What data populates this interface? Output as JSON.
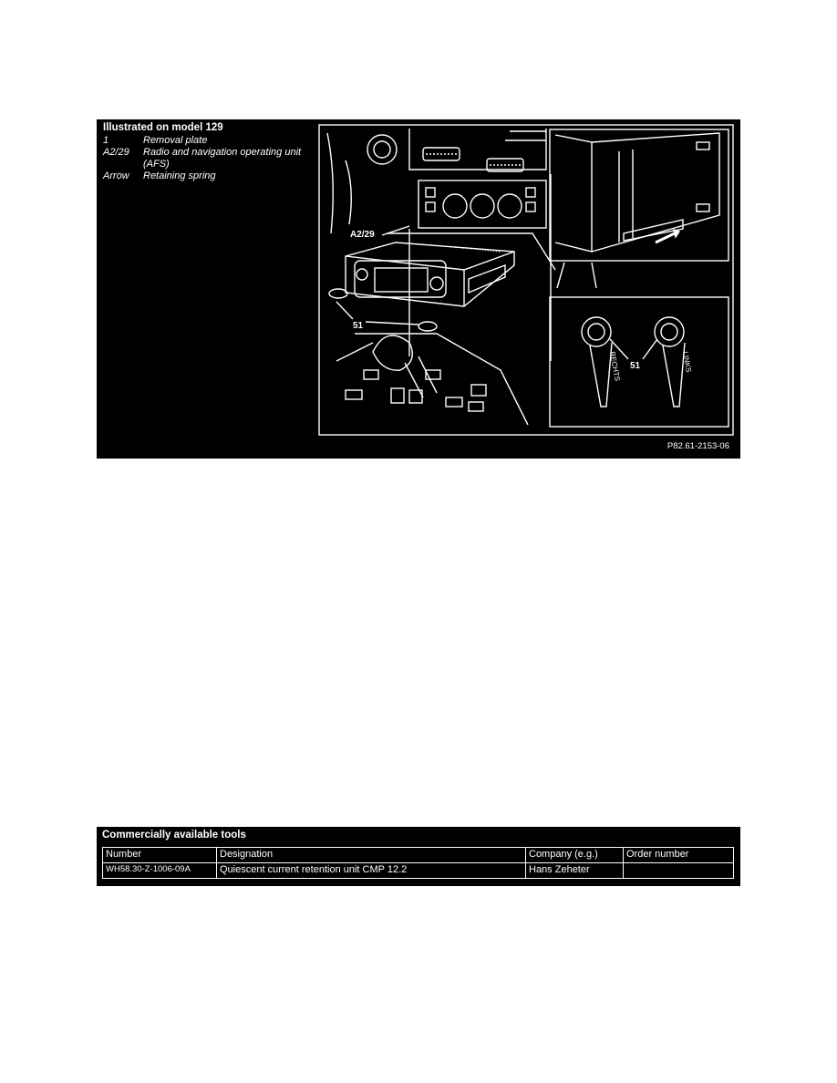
{
  "figure": {
    "legend_title": "Illustrated on model 129",
    "legend": [
      {
        "key": "1",
        "value": "Removal plate"
      },
      {
        "key": "A2/29",
        "value": "Radio and navigation operating unit (AFS)"
      },
      {
        "key": "Arrow",
        "value": "Retaining spring"
      }
    ],
    "labels": {
      "unit": "A2/29",
      "tool": "51",
      "tool_inset": "51",
      "key_left": "RECHTS",
      "key_right": "LINKS"
    },
    "caption": "P82.61-2153-06"
  },
  "tools": {
    "title": "Commercially available tools",
    "headers": [
      "Number",
      "Designation",
      "Company (e.g.)",
      "Order number"
    ],
    "rows": [
      [
        "WH58.30-Z-1006-09A",
        "Quiescent current retention unit CMP 12.2",
        "Hans Zeheter",
        ""
      ]
    ]
  }
}
